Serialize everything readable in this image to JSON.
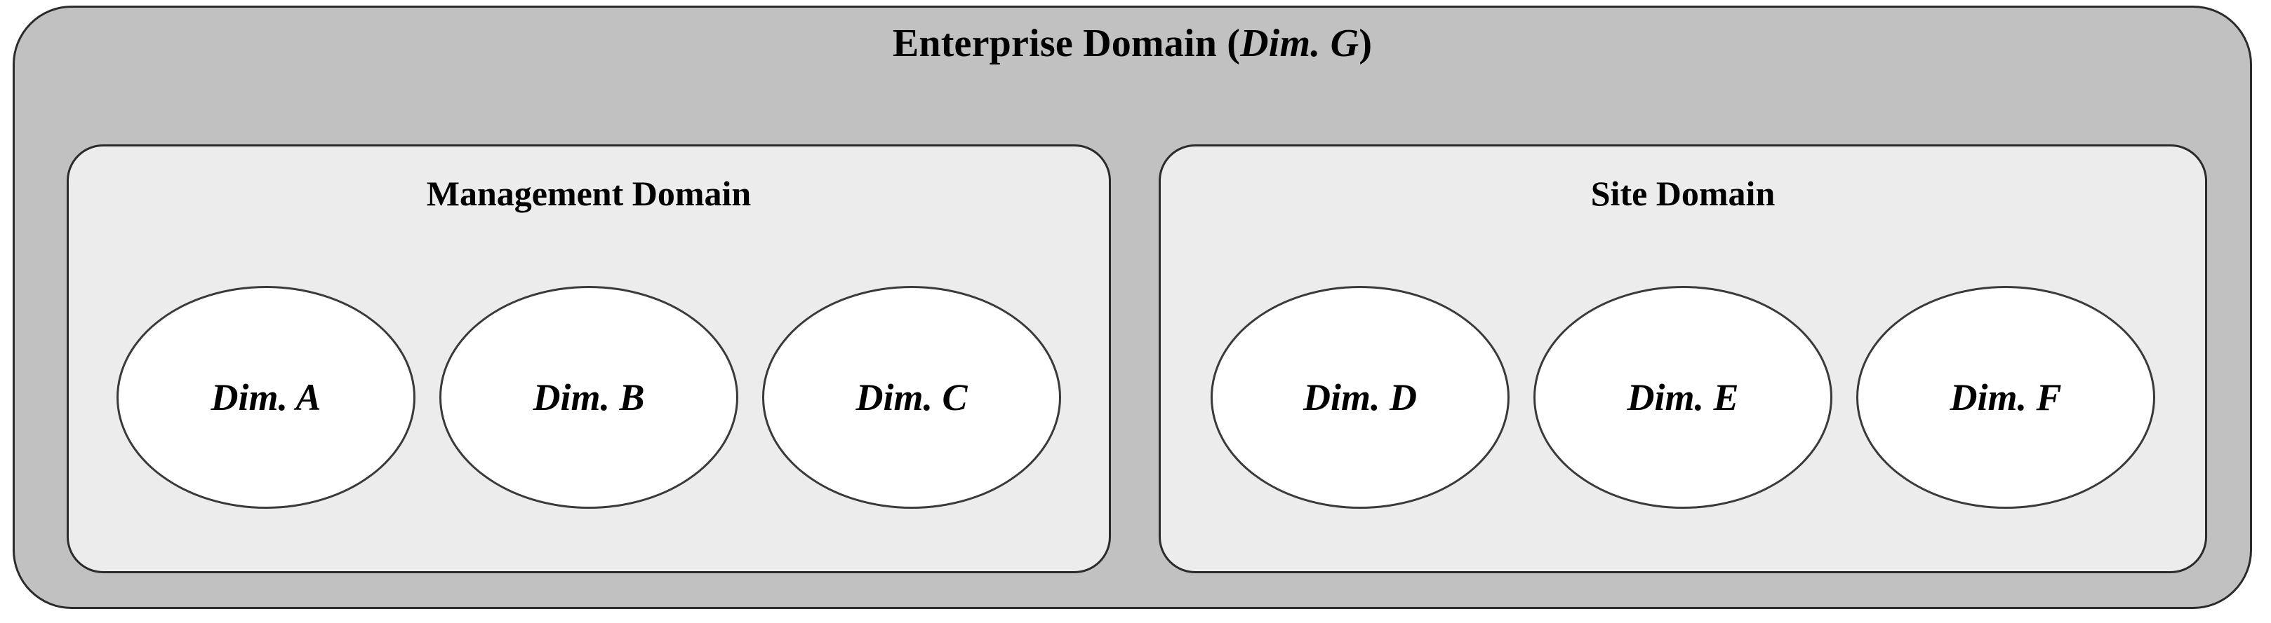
{
  "diagram": {
    "type": "nested-container-diagram",
    "enterprise": {
      "title_main": "Enterprise Domain (",
      "title_dim": "Dim. G",
      "title_close": ")",
      "title_full": "Enterprise Domain (Dim. G)",
      "fill_color": "#c1c1c1",
      "border_color": "#2b2b2b"
    },
    "subdomains": [
      {
        "id": "management-domain",
        "title": "Management Domain",
        "fill_color": "#ececec",
        "border_color": "#2b2b2b",
        "nodes": [
          {
            "id": "dim-a",
            "label": "Dim. A"
          },
          {
            "id": "dim-b",
            "label": "Dim. B"
          },
          {
            "id": "dim-c",
            "label": "Dim. C"
          }
        ]
      },
      {
        "id": "site-domain",
        "title": "Site Domain",
        "fill_color": "#ececec",
        "border_color": "#2b2b2b",
        "nodes": [
          {
            "id": "dim-d",
            "label": "Dim. D"
          },
          {
            "id": "dim-e",
            "label": "Dim. E"
          },
          {
            "id": "dim-f",
            "label": "Dim. F"
          }
        ]
      }
    ],
    "node_style": {
      "shape": "ellipse",
      "fill_color": "#ffffff",
      "border_color": "#3a3a3a"
    }
  }
}
